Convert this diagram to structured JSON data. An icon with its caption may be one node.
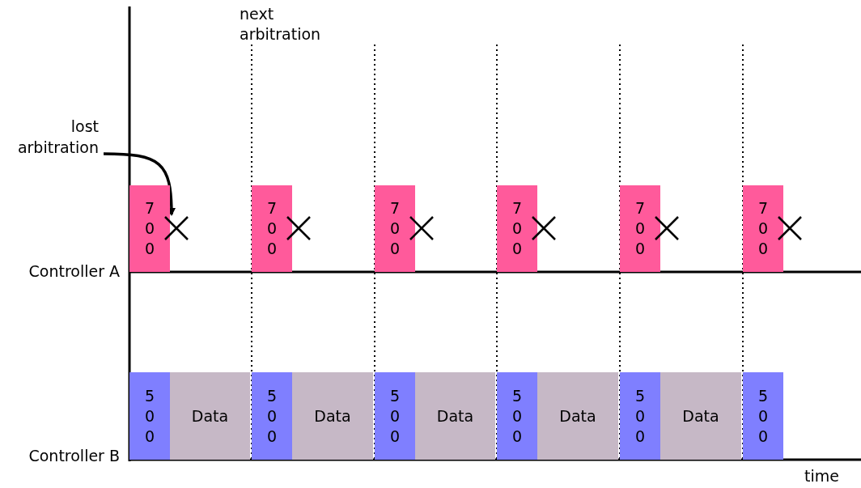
{
  "diagram": {
    "nodes": [
      {
        "text": [
          "lost arbitration"
        ]
      },
      {
        "text": [
          "7 0 0"
        ]
      },
      {
        "text": [
          "7 0 0"
        ]
      },
      {
        "text": [
          "7 0 0"
        ]
      },
      {
        "text": [
          "7 0 0"
        ]
      },
      {
        "text": [
          "7 0 0"
        ]
      },
      {
        "text": [
          "7 0 0"
        ]
      },
      {
        "text": [],
        "shape": "cross"
      },
      {
        "text": [],
        "shape": "cross"
      },
      {
        "text": [],
        "shape": "cross"
      },
      {
        "text": [],
        "shape": "cross"
      },
      {
        "text": [],
        "shape": "cross"
      },
      {
        "text": [],
        "shape": "cross"
      },
      {
        "text": [
          "5 0 0"
        ]
      },
      {
        "text": [
          "Data"
        ]
      },
      {
        "text": [
          "5 0 0"
        ]
      },
      {
        "text": [
          "Data"
        ]
      },
      {
        "text": [
          "5 0 0"
        ]
      },
      {
        "text": [
          "Data"
        ]
      },
      {
        "text": [
          "5 0 0"
        ]
      },
      {
        "text": [
          "Data"
        ]
      },
      {
        "text": [
          "5 0 0"
        ]
      },
      {
        "text": [
          "Data"
        ]
      },
      {
        "text": [
          "5 0 0"
        ]
      }
    ],
    "edges": [
      {
        "from": 0,
        "to": 7,
        "arrow": "to"
      }
    ],
    "labels": [
      "next arbitration",
      "Controller A",
      "Controller B",
      "time"
    ]
  }
}
